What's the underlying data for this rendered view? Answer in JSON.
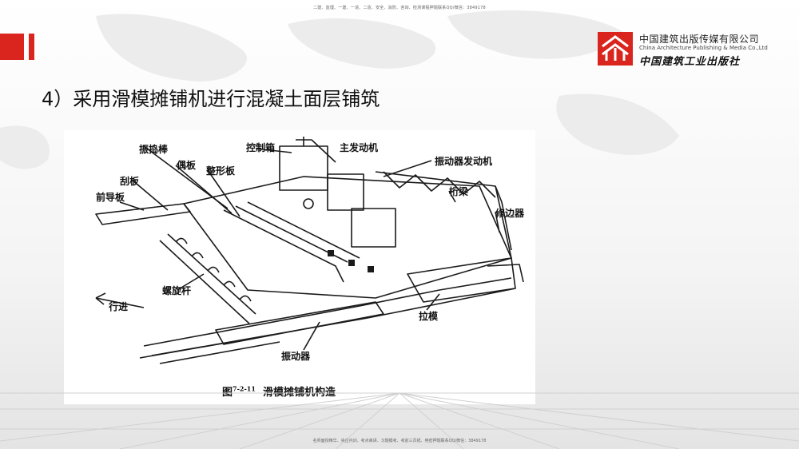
{
  "watermark": {
    "top": "二建、监理、一建、一造、二造、安全、消防、咨询、检测课程押题联系QQ/微信：3849178",
    "bottom": "名师面授精华、央企内训、考点串讲、习题模考、考前三页纸、绝密押题联系QQ/微信：3849178"
  },
  "publisher": {
    "name_cn": "中国建筑出版传媒有限公司",
    "name_en": "China Architecture Publishing & Media Co.,Ltd",
    "name_calligraphy": "中国建筑工业出版社"
  },
  "slide": {
    "title": "4）采用滑模摊铺机进行混凝土面层铺筑"
  },
  "figure": {
    "caption_prefix": "图",
    "caption_number": "7-2-11",
    "caption_text": "滑模摊铺机构造",
    "labels": {
      "zhendaobang": "振捣棒",
      "kongzhixiang": "控制箱",
      "zhufadongji": "主发动机",
      "yuban": "偶板",
      "zhengxingban": "整形板",
      "zhendongqi_fadongji": "振动器发动机",
      "guaban": "刮板",
      "qiandaoban": "前导板",
      "hengliang": "桁梁",
      "xiubianqi": "修边器",
      "luoxuangan": "螺旋杆",
      "xingjin": "行进",
      "lamo": "拉模",
      "zhendongqi": "振动器"
    }
  },
  "colors": {
    "accent": "#d9251d",
    "text": "#111111"
  }
}
